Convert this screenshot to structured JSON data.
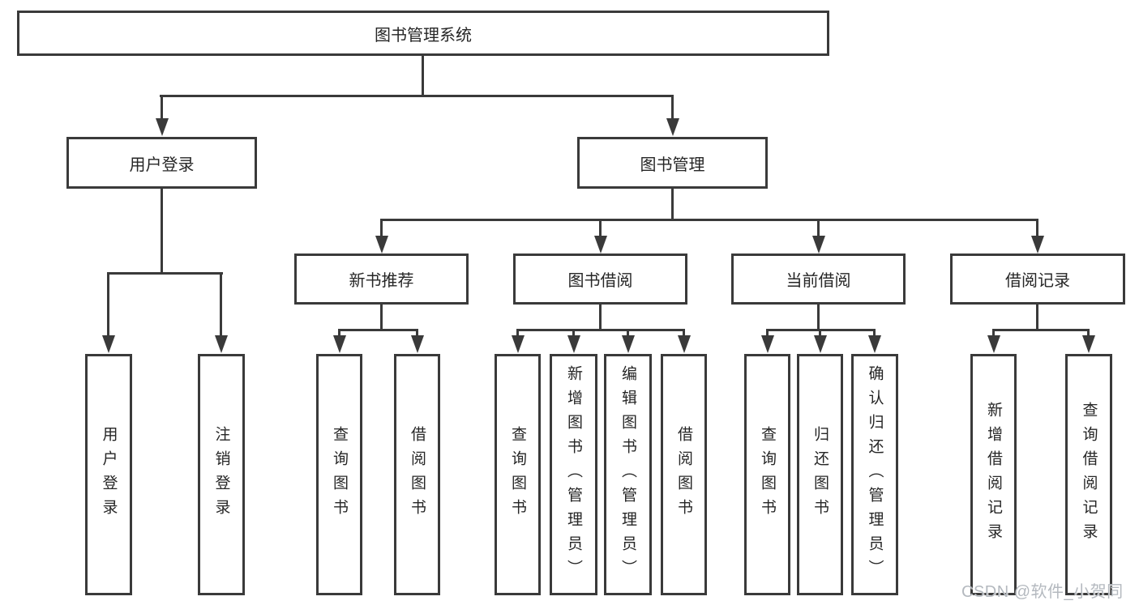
{
  "diagram": {
    "root": {
      "label": "图书管理系统"
    },
    "branches": [
      {
        "label": "用户登录",
        "children": [
          {
            "label": "用户登录"
          },
          {
            "label": "注销登录"
          }
        ]
      },
      {
        "label": "图书管理",
        "children": [
          {
            "label": "新书推荐",
            "children": [
              {
                "label": "查询图书"
              },
              {
                "label": "借阅图书"
              }
            ]
          },
          {
            "label": "图书借阅",
            "children": [
              {
                "label": "查询图书"
              },
              {
                "label": "新增图书（管理员）"
              },
              {
                "label": "编辑图书（管理员）"
              },
              {
                "label": "借阅图书"
              }
            ]
          },
          {
            "label": "当前借阅",
            "children": [
              {
                "label": "查询图书"
              },
              {
                "label": "归还图书"
              },
              {
                "label": "确认归还（管理员）"
              }
            ]
          },
          {
            "label": "借阅记录",
            "children": [
              {
                "label": "新增借阅记录"
              },
              {
                "label": "查询借阅记录"
              }
            ]
          }
        ]
      }
    ]
  },
  "watermark": {
    "text": "CSDN @软件_小贺同学"
  },
  "colors": {
    "line": "#3a3a3a",
    "text": "#262626",
    "background": "#ffffff",
    "watermark": "#b4b9bf"
  }
}
